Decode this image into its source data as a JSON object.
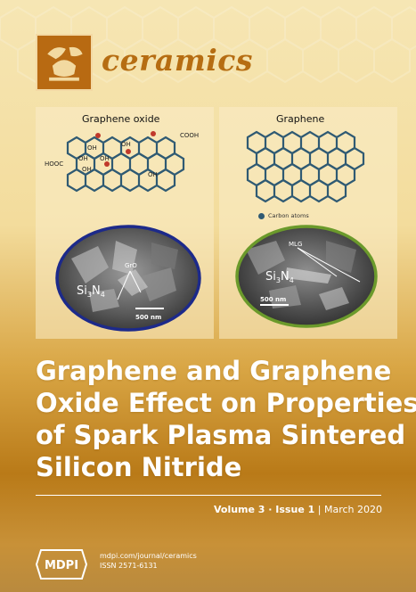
{
  "journal": {
    "name": "ceramics",
    "logo_icon": "potter-wheel-icon",
    "logo_color": "#b86a12"
  },
  "figure": {
    "left_panel": {
      "title": "Graphene oxide",
      "labels": [
        "COOH",
        "HOOC",
        "OH",
        "OH",
        "OH",
        "OH",
        "OH",
        "OH"
      ]
    },
    "right_panel": {
      "title": "Graphene",
      "legend": "Carbon atoms"
    },
    "left_micrograph": {
      "material": "Si",
      "material_sub1": "3",
      "material_mid": "N",
      "material_sub2": "4",
      "label": "GrO",
      "scale": "500 nm",
      "border_color": "#1d2a8a"
    },
    "right_micrograph": {
      "material": "Si",
      "material_sub1": "3",
      "material_mid": "N",
      "material_sub2": "4",
      "label": "MLG",
      "scale": "500 nm",
      "border_color": "#6b9a2b"
    }
  },
  "article_title": [
    "Graphene and Graphene",
    "Oxide Effect on Properties",
    "of Spark Plasma Sintered",
    "Silicon Nitride"
  ],
  "issue": {
    "volume": "Volume 3",
    "separator": " · ",
    "issue": "Issue 1",
    "divider": " | ",
    "date": "March 2020"
  },
  "publisher": {
    "badge": "MDPI",
    "url": "mdpi.com/journal/ceramics",
    "issn": "ISSN 2571-6131"
  }
}
